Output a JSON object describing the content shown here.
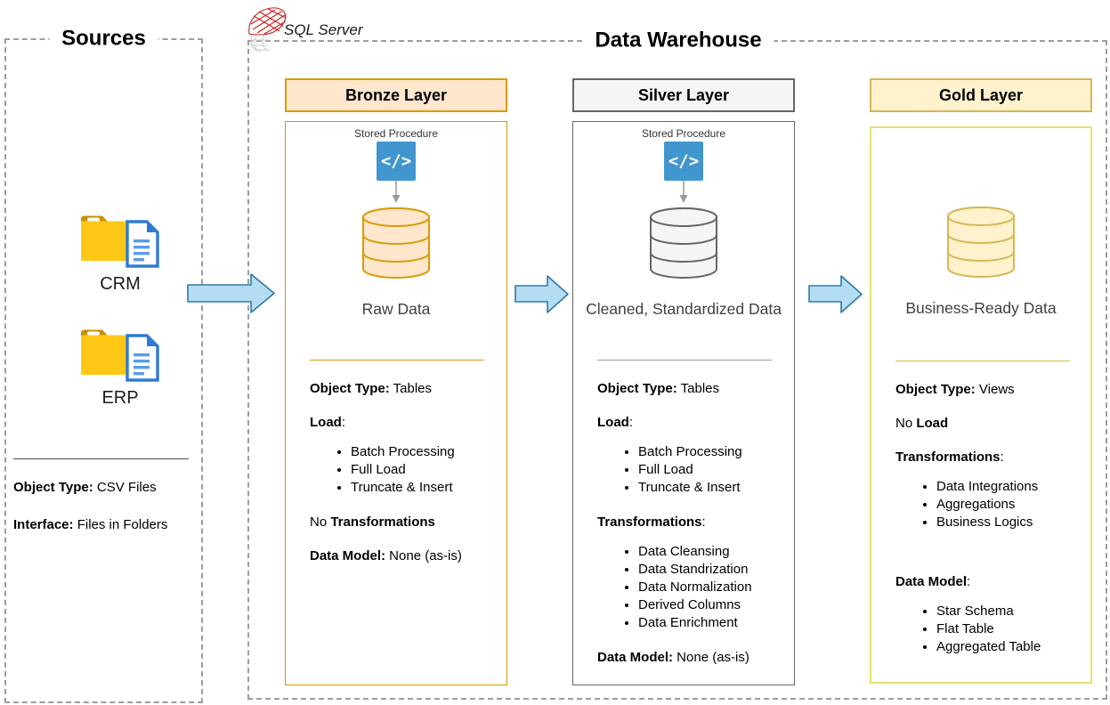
{
  "page": {
    "sources_title": "Sources",
    "warehouse_title": "Data Warehouse",
    "sql_server_label": "SQL Server"
  },
  "colors": {
    "arrow_fill": "#B5DDF1",
    "arrow_stroke": "#2E79A8",
    "sp_icon_blue": "#4296CE",
    "dashed_border": "#9D9D9D"
  },
  "sources": {
    "folders": [
      {
        "label": "CRM"
      },
      {
        "label": "ERP"
      }
    ],
    "fields": [
      {
        "bold": "Object Type:",
        "post": " CSV Files"
      },
      {
        "bold": "Interface:",
        "post": " Files in Folders"
      }
    ]
  },
  "layers": [
    {
      "id": "bronze",
      "header": "Bronze Layer",
      "stored_procedure_label": "Stored Procedure",
      "db_caption": "Raw Data",
      "colors": {
        "header_fill": "#FFE6CC",
        "header_border": "#D79B00",
        "box_border": "#D79B00",
        "db_fill": "#FFE6CC",
        "db_stroke": "#D79B00",
        "divider": "#D79B00"
      },
      "sections": [
        {
          "bold": "Object Type:",
          "post": " Tables"
        },
        {
          "bold": "Load",
          "post": ":"
        },
        {
          "bullets": [
            "Batch Processing",
            "Full Load",
            "Truncate & Insert"
          ]
        },
        {
          "pre": "No ",
          "bold": "Transformations"
        },
        {
          "bold": "Data Model:",
          "post": " None (as-is)"
        }
      ]
    },
    {
      "id": "silver",
      "header": "Silver Layer",
      "stored_procedure_label": "Stored Procedure",
      "db_caption": "Cleaned, Standardized Data",
      "colors": {
        "header_fill": "#F5F5F5",
        "header_border": "#666666",
        "box_border": "#666666",
        "db_fill": "#F5F5F5",
        "db_stroke": "#666666",
        "divider": "#999999"
      },
      "sections": [
        {
          "bold": "Object Type:",
          "post": " Tables"
        },
        {
          "bold": "Load",
          "post": ":"
        },
        {
          "bullets": [
            "Batch Processing",
            "Full Load",
            "Truncate & Insert"
          ]
        },
        {
          "bold": "Transformations",
          "post": ":"
        },
        {
          "bullets": [
            "Data Cleansing",
            "Data Standrization",
            "Data Normalization",
            "Derived Columns",
            "Data Enrichment"
          ]
        },
        {
          "bold": "Data Model:",
          "post": " None (as-is)"
        }
      ]
    },
    {
      "id": "gold",
      "header": "Gold Layer",
      "stored_procedure_label": null,
      "db_caption": "Business-Ready Data",
      "colors": {
        "header_fill": "#FFF2CC",
        "header_border": "#D6B656",
        "box_border": "#E6DF6F",
        "db_fill": "#FFF2CC",
        "db_stroke": "#D6B656",
        "divider": "#D6B656"
      },
      "sections": [
        {
          "bold": "Object Type:",
          "post": " Views"
        },
        {
          "pre": "No ",
          "bold": "Load"
        },
        {
          "bold": "Transformations",
          "post": ":"
        },
        {
          "bullets": [
            "Data Integrations",
            "Aggregations",
            "Business Logics"
          ]
        },
        {
          "bold": "Data Model",
          "post": ":",
          "spacer_before": true
        },
        {
          "bullets": [
            "Star Schema",
            "Flat Table",
            "Aggregated Table"
          ]
        }
      ]
    }
  ]
}
